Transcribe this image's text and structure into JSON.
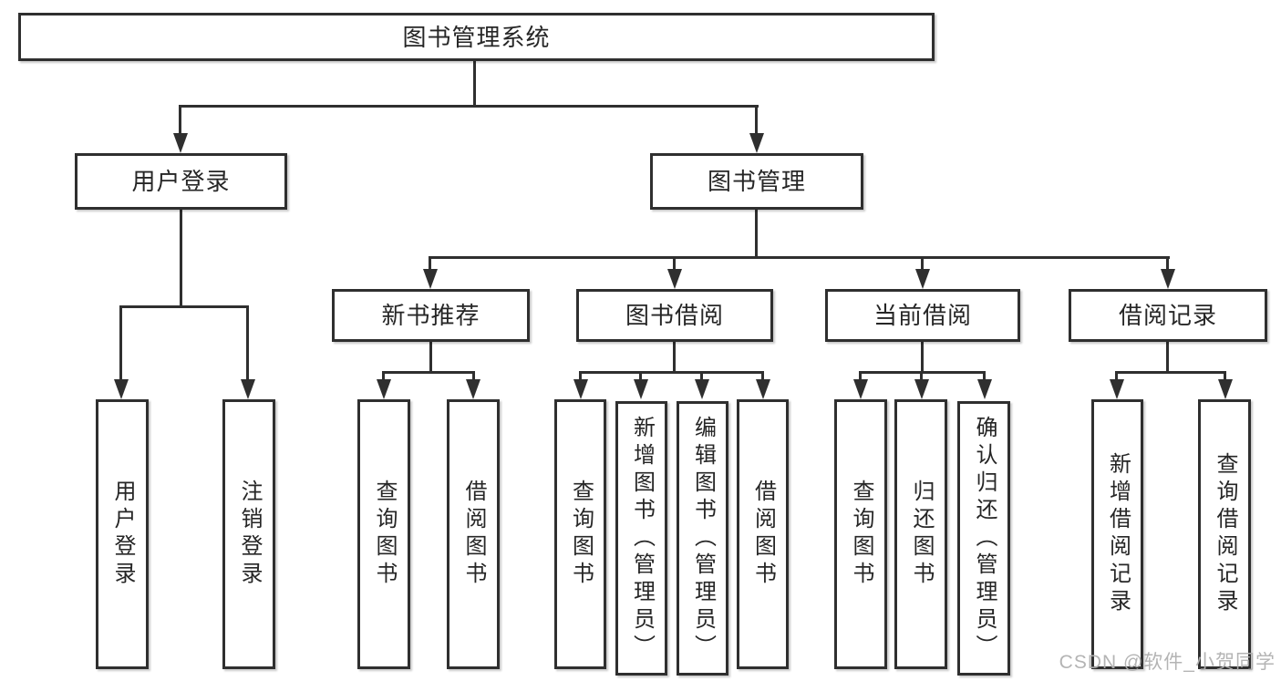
{
  "diagram_type": "hierarchy-tree",
  "colors": {
    "background": "#ffffff",
    "box_border": "#2f2f2f",
    "connector": "#2f2f2f",
    "text": "#262626",
    "watermark": "#b0b0b0"
  },
  "tree": {
    "label": "图书管理系统",
    "children": [
      {
        "label": "用户登录",
        "children": [
          {
            "label": "用户登录"
          },
          {
            "label": "注销登录"
          }
        ]
      },
      {
        "label": "图书管理",
        "children": [
          {
            "label": "新书推荐",
            "children": [
              {
                "label": "查询图书"
              },
              {
                "label": "借阅图书"
              }
            ]
          },
          {
            "label": "图书借阅",
            "children": [
              {
                "label": "查询图书"
              },
              {
                "label": "新增图书（管理员）"
              },
              {
                "label": "编辑图书（管理员）"
              },
              {
                "label": "借阅图书"
              }
            ]
          },
          {
            "label": "当前借阅",
            "children": [
              {
                "label": "查询图书"
              },
              {
                "label": "归还图书"
              },
              {
                "label": "确认归还（管理员）"
              }
            ]
          },
          {
            "label": "借阅记录",
            "children": [
              {
                "label": "新增借阅记录"
              },
              {
                "label": "查询借阅记录"
              }
            ]
          }
        ]
      }
    ]
  },
  "watermark": {
    "text": "CSDN @软件_小贺同学"
  }
}
